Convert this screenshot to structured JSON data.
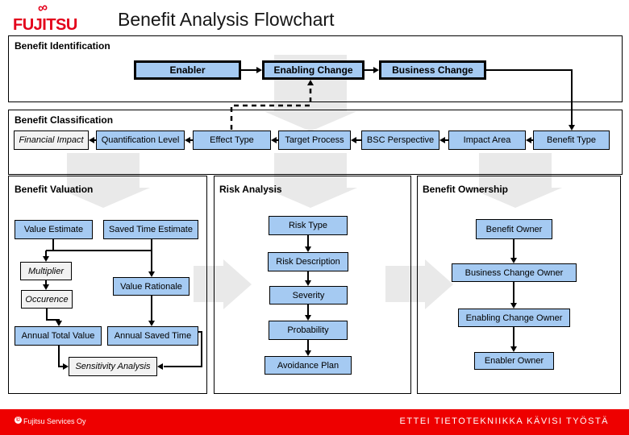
{
  "header": {
    "logo_text": "FUJITSU",
    "logo_symbol": "∞",
    "title": "Benefit Analysis Flowchart"
  },
  "identification": {
    "label": "Benefit Identification",
    "boxes": [
      "Enabler",
      "Enabling Change",
      "Business Change"
    ]
  },
  "classification": {
    "label": "Benefit Classification",
    "boxes": [
      "Financial Impact",
      "Quantification Level",
      "Effect Type",
      "Target Process",
      "BSC Perspective",
      "Impact Area",
      "Benefit Type"
    ]
  },
  "valuation": {
    "label": "Benefit Valuation",
    "value_estimate": "Value Estimate",
    "saved_time_estimate": "Saved Time Estimate",
    "multiplier": "Multiplier",
    "value_rationale": "Value Rationale",
    "occurence": "Occurence",
    "annual_total_value": "Annual Total Value",
    "annual_saved_time": "Annual Saved Time",
    "sensitivity_analysis": "Sensitivity Analysis"
  },
  "risk": {
    "label": "Risk Analysis",
    "boxes": [
      "Risk Type",
      "Risk Description",
      "Severity",
      "Probability",
      "Avoidance Plan"
    ]
  },
  "ownership": {
    "label": "Benefit Ownership",
    "boxes": [
      "Benefit Owner",
      "Business Change Owner",
      "Enabling Change Owner",
      "Enabler Owner"
    ]
  },
  "footer": {
    "copyright_symbol": "©",
    "copyright": "Fujitsu Services Oy",
    "slogan": "ETTEI TIETOTEKNIIKKA KÄVISI TYÖSTÄ"
  },
  "colors": {
    "box_blue": "#a5caf2",
    "box_gray": "#f2f2f2",
    "fujitsu_red": "#e3001b",
    "footer_red": "#ee0000",
    "watermark_gray": "#e9e9e9"
  }
}
